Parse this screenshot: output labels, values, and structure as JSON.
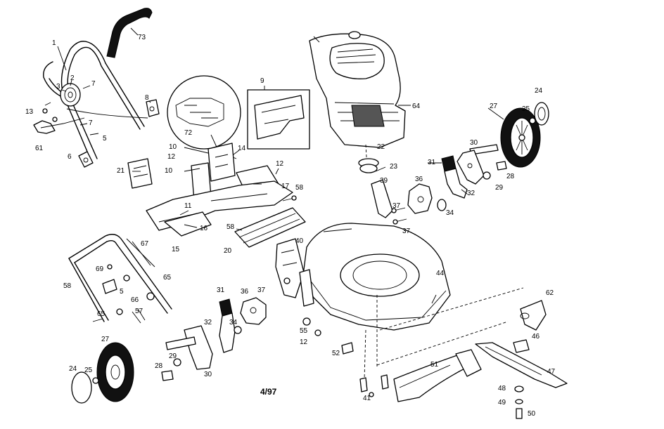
{
  "footer": {
    "date_code": "4/97"
  },
  "callouts": [
    {
      "id": "c1",
      "label": "1"
    },
    {
      "id": "c2",
      "label": "2"
    },
    {
      "id": "c3",
      "label": "3"
    },
    {
      "id": "c5a",
      "label": "5"
    },
    {
      "id": "c5b",
      "label": "5"
    },
    {
      "id": "c6",
      "label": "6"
    },
    {
      "id": "c7a",
      "label": "7"
    },
    {
      "id": "c7b",
      "label": "7"
    },
    {
      "id": "c8",
      "label": "8"
    },
    {
      "id": "c9",
      "label": "9"
    },
    {
      "id": "c10a",
      "label": "10"
    },
    {
      "id": "c10b",
      "label": "10"
    },
    {
      "id": "c11",
      "label": "11"
    },
    {
      "id": "c12a",
      "label": "12"
    },
    {
      "id": "c12b",
      "label": "12"
    },
    {
      "id": "c12c",
      "label": "12"
    },
    {
      "id": "c13",
      "label": "13"
    },
    {
      "id": "c14",
      "label": "14"
    },
    {
      "id": "c15",
      "label": "15"
    },
    {
      "id": "c16",
      "label": "16"
    },
    {
      "id": "c17",
      "label": "17"
    },
    {
      "id": "c20",
      "label": "20"
    },
    {
      "id": "c21",
      "label": "21"
    },
    {
      "id": "c22",
      "label": "22"
    },
    {
      "id": "c23",
      "label": "23"
    },
    {
      "id": "c24a",
      "label": "24"
    },
    {
      "id": "c24b",
      "label": "24"
    },
    {
      "id": "c25a",
      "label": "25"
    },
    {
      "id": "c25b",
      "label": "25"
    },
    {
      "id": "c27a",
      "label": "27"
    },
    {
      "id": "c27b",
      "label": "27"
    },
    {
      "id": "c28a",
      "label": "28"
    },
    {
      "id": "c28b",
      "label": "28"
    },
    {
      "id": "c29a",
      "label": "29"
    },
    {
      "id": "c29b",
      "label": "29"
    },
    {
      "id": "c30a",
      "label": "30"
    },
    {
      "id": "c30b",
      "label": "30"
    },
    {
      "id": "c31a",
      "label": "31"
    },
    {
      "id": "c31b",
      "label": "31"
    },
    {
      "id": "c32a",
      "label": "32"
    },
    {
      "id": "c32b",
      "label": "32"
    },
    {
      "id": "c34a",
      "label": "34"
    },
    {
      "id": "c34b",
      "label": "34"
    },
    {
      "id": "c36a",
      "label": "36"
    },
    {
      "id": "c36b",
      "label": "36"
    },
    {
      "id": "c37a",
      "label": "37"
    },
    {
      "id": "c37b",
      "label": "37"
    },
    {
      "id": "c37c",
      "label": "37"
    },
    {
      "id": "c39",
      "label": "39"
    },
    {
      "id": "c40",
      "label": "40"
    },
    {
      "id": "c41",
      "label": "41"
    },
    {
      "id": "c44",
      "label": "44"
    },
    {
      "id": "c46",
      "label": "46"
    },
    {
      "id": "c47",
      "label": "47"
    },
    {
      "id": "c48",
      "label": "48"
    },
    {
      "id": "c49",
      "label": "49"
    },
    {
      "id": "c50",
      "label": "50"
    },
    {
      "id": "c51",
      "label": "51"
    },
    {
      "id": "c52",
      "label": "52"
    },
    {
      "id": "c55",
      "label": "55"
    },
    {
      "id": "c57",
      "label": "57"
    },
    {
      "id": "c58a",
      "label": "58"
    },
    {
      "id": "c58b",
      "label": "58"
    },
    {
      "id": "c58c",
      "label": "58"
    },
    {
      "id": "c61",
      "label": "61"
    },
    {
      "id": "c62",
      "label": "62"
    },
    {
      "id": "c64",
      "label": "64"
    },
    {
      "id": "c65a",
      "label": "65"
    },
    {
      "id": "c65b",
      "label": "65"
    },
    {
      "id": "c66",
      "label": "66"
    },
    {
      "id": "c67",
      "label": "67"
    },
    {
      "id": "c69",
      "label": "69"
    },
    {
      "id": "c72",
      "label": "72"
    },
    {
      "id": "c73",
      "label": "73"
    }
  ]
}
